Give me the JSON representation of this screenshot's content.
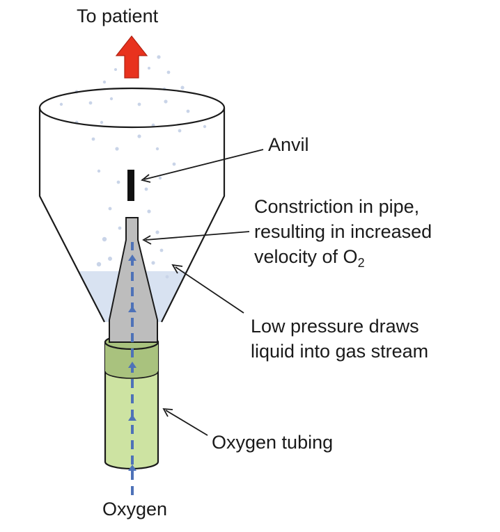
{
  "labels": {
    "to_patient": "To patient",
    "anvil": "Anvil",
    "constriction_line1": "Constriction in pipe,",
    "constriction_line2": "resulting in increased",
    "constriction_line3_prefix": "velocity of O",
    "constriction_line3_subscript": "2",
    "low_pressure_line1": "Low pressure draws",
    "low_pressure_line2": "liquid into gas stream",
    "oxygen_tubing": "Oxygen tubing",
    "oxygen": "Oxygen"
  },
  "colors": {
    "outlet_arrow": "#e8321e",
    "liquid": "#d8e2f1",
    "droplet": "#c9d4e8",
    "nozzle": "#bdbdbd",
    "tubing": "#cde3a2",
    "tubing_overlap": "#a9c27e",
    "gas_flow_arrow": "#4e72b8",
    "anvil": "#111111",
    "outline": "#1a1a1a"
  }
}
